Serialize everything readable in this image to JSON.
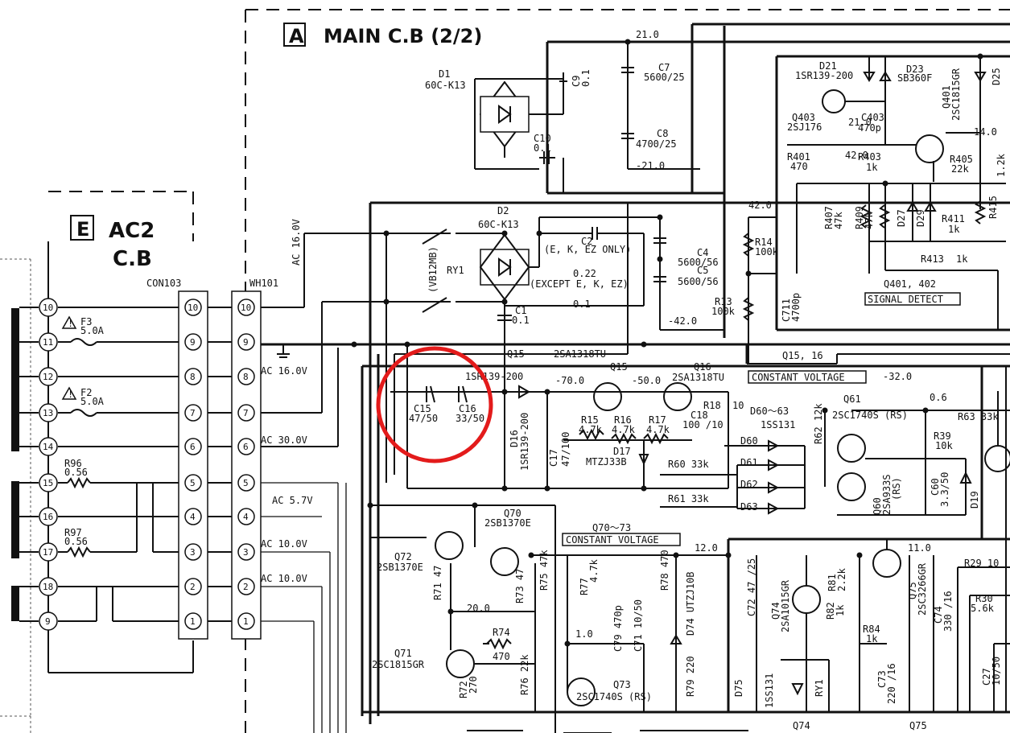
{
  "board_a": {
    "letter": "A",
    "title": "MAIN C.B (2/2)"
  },
  "board_e": {
    "letter": "E",
    "title_line1": "AC2",
    "title_line2": "C.B"
  },
  "connectors": {
    "con103": "CON103",
    "wh101": "WH101",
    "left_pins": [
      "10",
      "11",
      "12",
      "13",
      "14",
      "15",
      "16",
      "17",
      "18",
      "9"
    ],
    "con_pins": [
      "10",
      "9",
      "8",
      "7",
      "6",
      "5",
      "4",
      "3",
      "2",
      "1"
    ]
  },
  "ac_labels": [
    "AC 16.0V",
    "AC 16.0V",
    "AC 30.0V",
    "AC 5.7V",
    "AC 10.0V",
    "AC 10.0V"
  ],
  "left_parts": [
    {
      "name": "F3",
      "value": "5.0A"
    },
    {
      "name": "F2",
      "value": "5.0A"
    },
    {
      "name": "R96",
      "value": "0.56"
    },
    {
      "name": "R97",
      "value": "0.56"
    }
  ],
  "supply_parts": [
    {
      "name": "D1",
      "value": "60C-K13"
    },
    {
      "name": "C9",
      "value": "0.1"
    },
    {
      "name": "C10",
      "value": "0.1"
    },
    {
      "name": "C7",
      "value": "5600/25"
    },
    {
      "name": "C8",
      "value": "4700/25"
    },
    {
      "name": "D2",
      "value": "60C-K13"
    },
    {
      "name": "C2",
      "value": "(E, K, EZ ONLY)"
    },
    {
      "name": "C2b",
      "value": "0.22"
    },
    {
      "name": "C2c",
      "value": "(EXCEPT E, K, EZ)"
    },
    {
      "name": "C2d",
      "value": "0.1"
    },
    {
      "name": "C1",
      "value": "0.1"
    },
    {
      "name": "C4",
      "value": "5600/56"
    },
    {
      "name": "C5",
      "value": "5600/56"
    },
    {
      "name": "R14",
      "value": "100k"
    },
    {
      "name": "R13",
      "value": "100k"
    },
    {
      "name": "RY1",
      "value": "(VB12MB)"
    }
  ],
  "voltages": [
    "21.0",
    "-21.0",
    "42.0",
    "-42.0",
    "21.0",
    "42.0",
    "14.0",
    "-70.0",
    "-50.0",
    "-32.0",
    "0.6",
    "12.0",
    "11.0",
    "20.0",
    "1.0"
  ],
  "signal_detect": {
    "label": "SIGNAL DETECT",
    "sub": "Q401, 402",
    "parts": [
      "D21",
      "1SR139-200",
      "D23",
      "SB360F",
      "D25",
      "Q403",
      "2SJ176",
      "C403",
      "470p",
      "Q401",
      "2SC1815GR",
      "R401",
      "470",
      "R403",
      "1k",
      "R405",
      "22k",
      "R415",
      "1.2k",
      "R407",
      "47k",
      "R409",
      "47k",
      "D27",
      "D29",
      "R411",
      "1k",
      "R413",
      "1k",
      "C711",
      "4700p"
    ]
  },
  "constant_voltage_1": {
    "label": "CONSTANT VOLTAGE",
    "parts": [
      "Q15",
      "2SA1318TU",
      "Q16",
      "2SA1318TU",
      "Q15, 16",
      "1SR139-200",
      "C15",
      "47/50",
      "C16",
      "33/50",
      "D16",
      "1SR139-200",
      "C17",
      "47/100",
      "R15",
      "4.7k",
      "R16",
      "4.7k",
      "R17",
      "4.7k",
      "C18",
      "100 /10",
      "R18",
      "10",
      "D17",
      "MTZJ33B",
      "R60 33k",
      "R61 33k",
      "D60",
      "D61",
      "D62",
      "D63",
      "D60～63",
      "1SS131",
      "R62 12k",
      "Q61",
      "2SC1740S (RS)",
      "R63 33k",
      "R39",
      "10k",
      "Q60",
      "2SA933S",
      "(RS)",
      "C60",
      "3.3/50",
      "D19"
    ]
  },
  "constant_voltage_2": {
    "label": "CONSTANT VOLTAGE",
    "header": "Q70～73",
    "parts": [
      "Q70",
      "2SB1370E",
      "Q72",
      "2SB1370E",
      "R71 47",
      "R73 47",
      "R75 47k",
      "Q71",
      "2SC1815GR",
      "R74",
      "470",
      "R72",
      "270",
      "R76 22k",
      "R77",
      "4.7k",
      "C79 470p",
      "C71 10/50",
      "R78 470",
      "D74 UTZJ10B",
      "Q73",
      "2SC1740S (RS)",
      "R79 220",
      "C72 47 /25",
      "Q74",
      "2SA1015GR",
      "R81",
      "2.2k",
      "R82",
      "1k",
      "R84",
      "1k",
      "C73",
      "220 /16",
      "Q75",
      "2SC3266GR",
      "C74",
      "330 /16",
      "D75",
      "1SS131",
      "RY1",
      "R29 10",
      "R30",
      "5.6k",
      "C27",
      "10/50",
      "Q74",
      "Q75"
    ]
  },
  "highlight": {
    "color": "#e31b1b"
  }
}
